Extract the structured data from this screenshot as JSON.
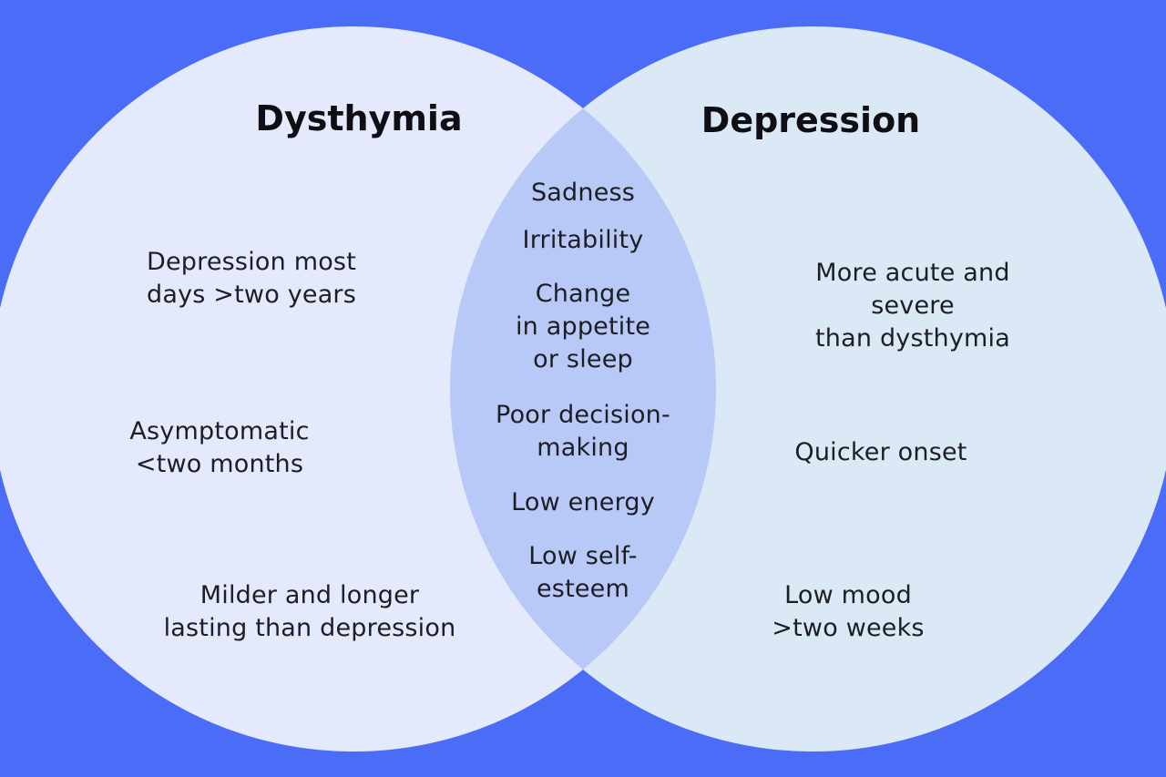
{
  "colors": {
    "background": "#4a6cf7",
    "left_circle": "#e4e9fb",
    "right_circle": "#dbe9f7",
    "overlap": "#b9c9f7"
  },
  "left": {
    "title": "Dysthymia",
    "items": [
      "Depression most\ndays >two years",
      "Asymptomatic\n<two months",
      "Milder and longer\nlasting than depression"
    ]
  },
  "right": {
    "title": "Depression",
    "items": [
      "More acute and severe\nthan dysthymia",
      "Quicker onset",
      "Low mood\n>two weeks"
    ]
  },
  "overlap": {
    "items": [
      "Sadness",
      "Irritability",
      "Change\nin appetite\nor sleep",
      "Poor decision-\nmaking",
      "Low energy",
      "Low self-\nesteem"
    ]
  }
}
